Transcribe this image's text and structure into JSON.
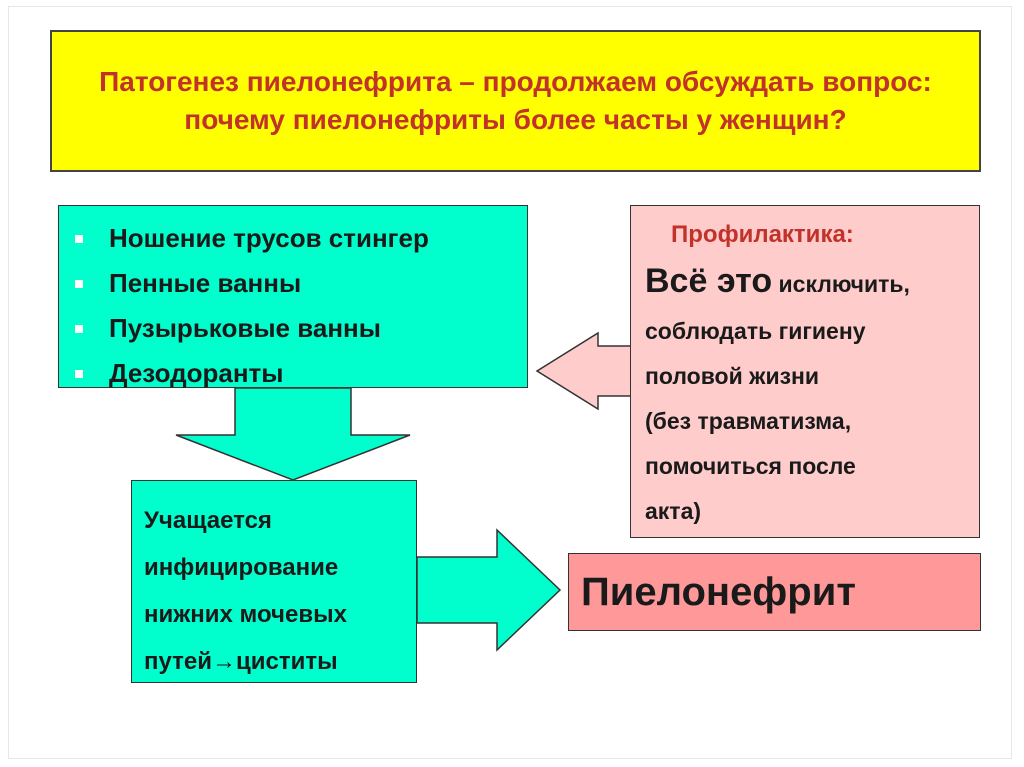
{
  "title": "Патогенез пиелонефрита – продолжаем обсуждать вопрос: почему пиелонефриты более часты у женщин?",
  "causes": [
    "Ношение трусов стингер",
    "Пенные ванны",
    "Пузырьковые ванны",
    "Дезодоранты"
  ],
  "infection": {
    "lines": [
      "Учащается",
      "инфицирование",
      "нижних мочевых",
      "путей→циститы"
    ]
  },
  "prevention": {
    "title": "Профилактика:",
    "line1_big": "Всё это",
    "line1_small": " исключить,",
    "rest": "соблюдать гигиену\nполовой жизни\n(без травматизма,\nпомочиться после\nакта)"
  },
  "result": "Пиелонефрит",
  "colors": {
    "title_bg": "#ffff00",
    "title_text": "#c0322a",
    "cause_box": "#00ffcc",
    "prevention_box": "#ffcccc",
    "result_box": "#ff9999"
  }
}
